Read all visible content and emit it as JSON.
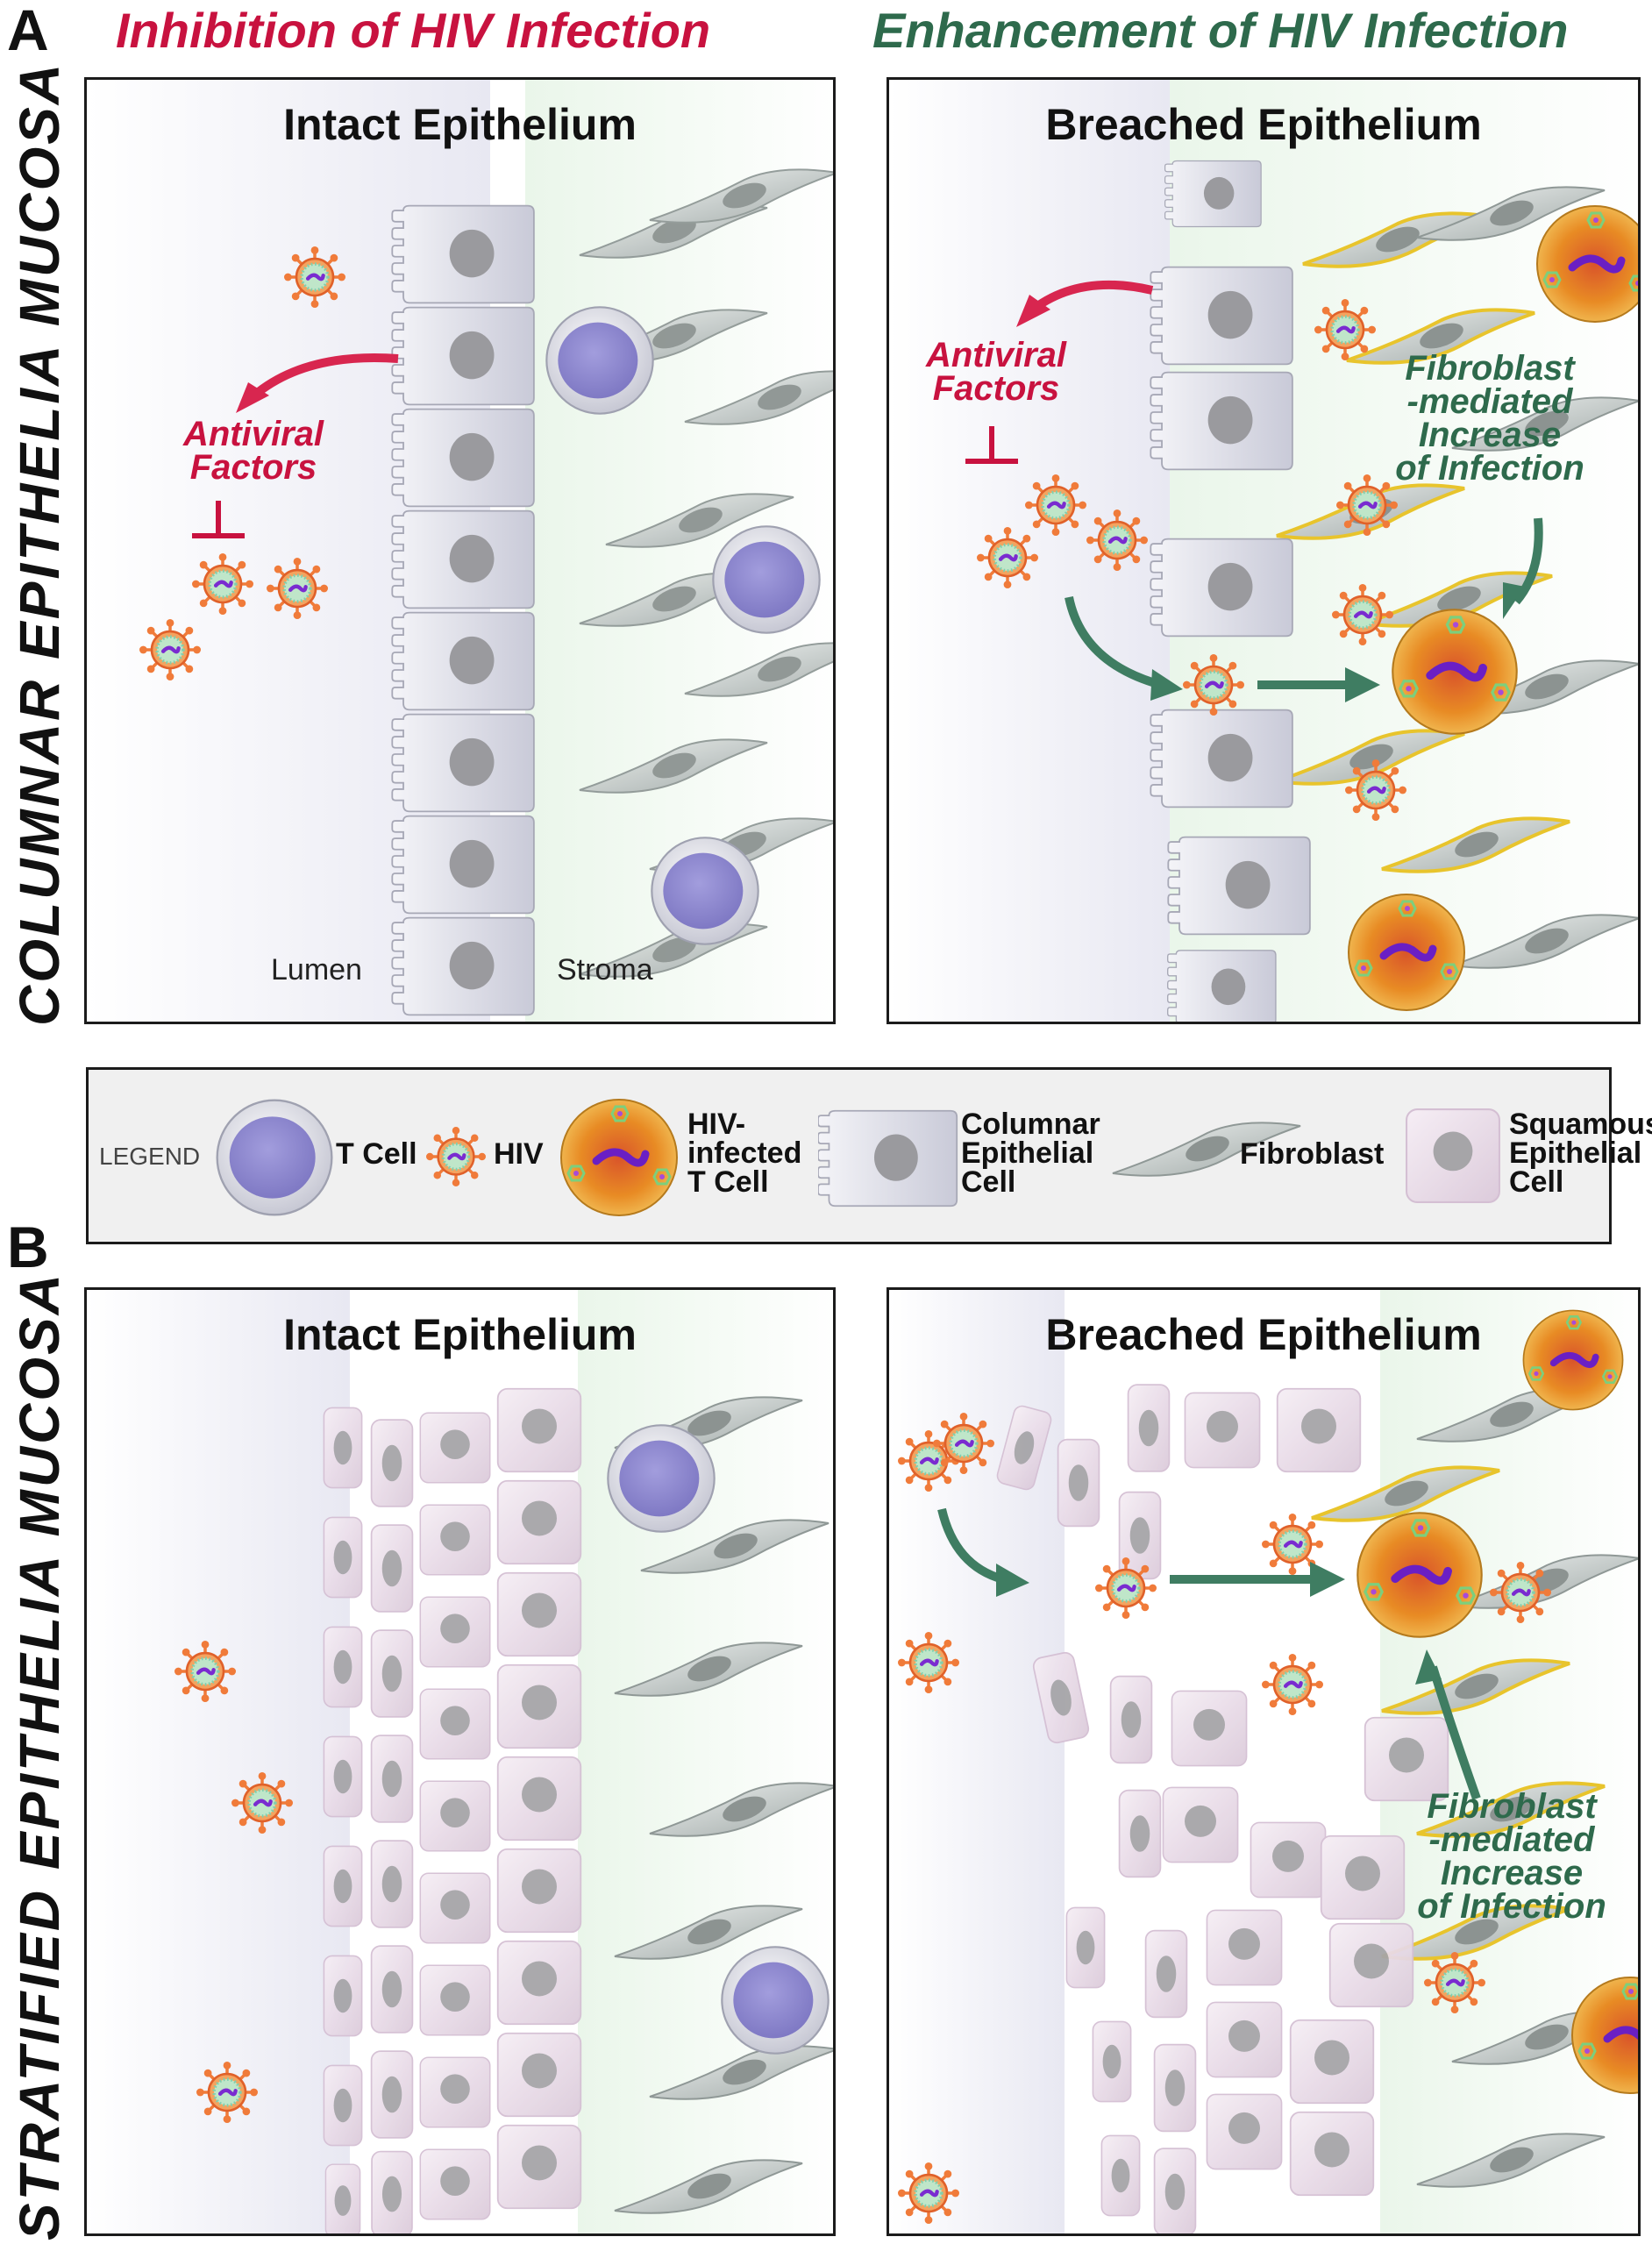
{
  "figure": {
    "label_a": "A",
    "label_b": "B",
    "header_left": "Inhibition of HIV Infection",
    "header_right": "Enhancement of HIV Infection",
    "side_a": "COLUMNAR EPITHELIA MUCOSA",
    "side_b": "STRATIFIED EPITHELIA MUCOSA"
  },
  "panel_a_left": {
    "title": "Intact Epithelium",
    "antiviral": [
      "Antiviral",
      "Factors"
    ],
    "lumen": "Lumen",
    "stroma": "Stroma"
  },
  "panel_a_right": {
    "title": "Breached Epithelium",
    "antiviral": [
      "Antiviral",
      "Factors"
    ],
    "fibroblast_note": [
      "Fibroblast",
      "-mediated",
      "Increase",
      "of Infection"
    ]
  },
  "legend": {
    "title": "LEGEND",
    "t_cell": "T Cell",
    "hiv": "HIV",
    "infected": [
      "HIV-",
      "infected",
      "T Cell"
    ],
    "columnar": [
      "Columnar",
      "Epithelial",
      "Cell"
    ],
    "fibroblast": "Fibroblast",
    "squamous": [
      "Squamous",
      "Epithelial",
      "Cell"
    ]
  },
  "panel_b_left": {
    "title": "Intact Epithelium"
  },
  "panel_b_right": {
    "title": "Breached Epithelium",
    "fibroblast_note": [
      "Fibroblast",
      "-mediated",
      "Increase",
      "of Infection"
    ]
  },
  "colors": {
    "inhibition": "#c8123f",
    "enhancement": "#2e6a4c",
    "t_cell_nucleus": "#8c86cc",
    "hiv_shell": "#f07b3a",
    "infected_cell": "#e79a22",
    "columnar_cell": "#d9dae6",
    "squamous_cell": "#eadde9",
    "fibroblast": "#c9d0cf"
  }
}
